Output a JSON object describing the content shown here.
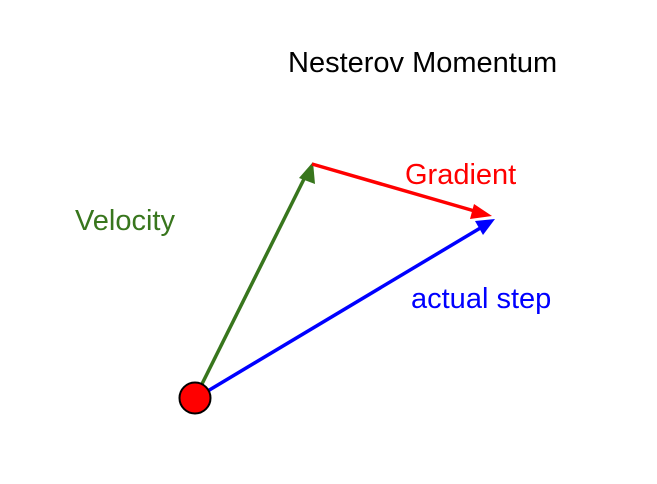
{
  "diagram": {
    "title": "Nesterov Momentum",
    "labels": {
      "velocity": "Velocity",
      "gradient": "Gradient",
      "actual_step": "actual step"
    },
    "colors": {
      "title": "#000000",
      "velocity": "#38761d",
      "gradient": "#ff0000",
      "actual_step": "#0000ff",
      "start_point_fill": "#ff0000",
      "start_point_stroke": "#000000"
    }
  }
}
